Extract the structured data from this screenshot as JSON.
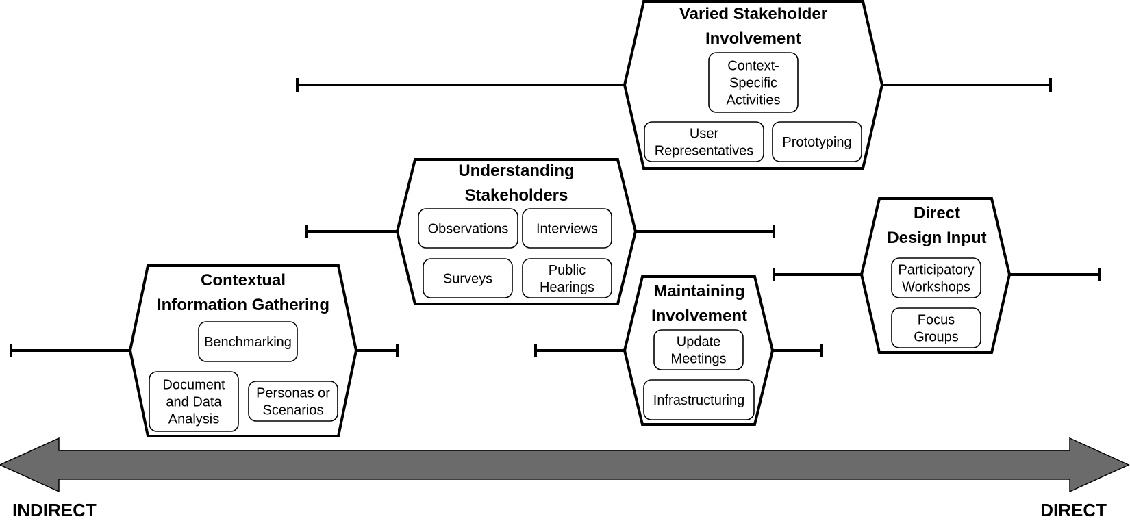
{
  "axis": {
    "left_label": "INDIRECT",
    "right_label": "DIRECT",
    "arrow_color": "#6b6b6b"
  },
  "groups": {
    "contextual": {
      "title": [
        "Contextual",
        "Information Gathering"
      ],
      "items": [
        [
          "Benchmarking"
        ],
        [
          "Document",
          "and Data",
          "Analysis"
        ],
        [
          "Personas or",
          "Scenarios"
        ]
      ]
    },
    "understanding": {
      "title": [
        "Understanding",
        "Stakeholders"
      ],
      "items": [
        [
          "Observations"
        ],
        [
          "Interviews"
        ],
        [
          "Surveys"
        ],
        [
          "Public",
          "Hearings"
        ]
      ]
    },
    "varied": {
      "title": [
        "Varied Stakeholder",
        "Involvement"
      ],
      "items": [
        [
          "Context-",
          "Specific",
          "Activities"
        ],
        [
          "User",
          "Representatives"
        ],
        [
          "Prototyping"
        ]
      ]
    },
    "maintaining": {
      "title": [
        "Maintaining",
        "Involvement"
      ],
      "items": [
        [
          "Update",
          "Meetings"
        ],
        [
          "Infrastructuring"
        ]
      ]
    },
    "direct": {
      "title": [
        "Direct",
        "Design Input"
      ],
      "items": [
        [
          "Participatory",
          "Workshops"
        ],
        [
          "Focus",
          "Groups"
        ]
      ]
    }
  }
}
